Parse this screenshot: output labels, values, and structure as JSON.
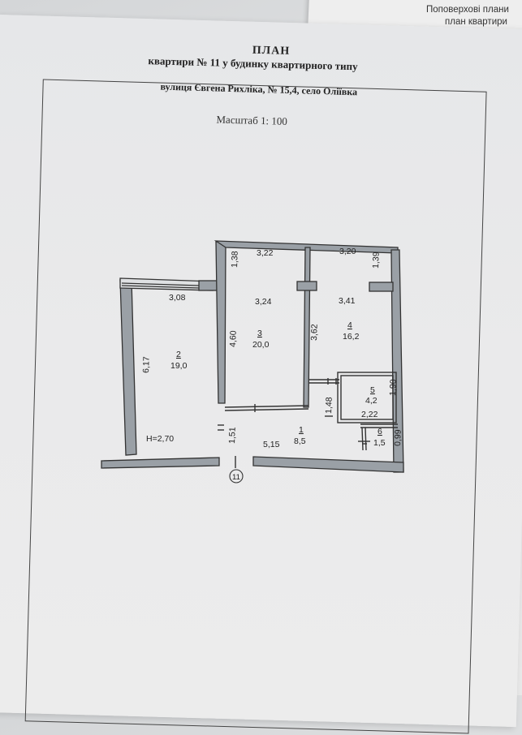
{
  "background_sheet": {
    "lines": [
      "Поповерхові плани",
      "план квартири"
    ]
  },
  "header": {
    "title": "ПЛАН",
    "subtitle": "квартири  № 11 у будинку квартирного типу",
    "address": "вулиця  Євгена Рихліка, № 15,4, село Оліївка"
  },
  "scale": "Масштаб 1: 100",
  "rooms": [
    {
      "number": "1",
      "area": "8,5"
    },
    {
      "number": "2",
      "area": "19,0"
    },
    {
      "number": "3",
      "area": "20,0"
    },
    {
      "number": "4",
      "area": "16,2"
    },
    {
      "number": "5",
      "area": "4,2"
    },
    {
      "number": "6",
      "area": "1,5"
    }
  ],
  "dimensions": {
    "d_3_08": "3,08",
    "d_6_17": "6,17",
    "d_1_38": "1,38",
    "d_3_22": "3,22",
    "d_3_24": "3,24",
    "d_4_60": "4,60",
    "d_3_20": "3,20",
    "d_1_39": "1,39",
    "d_3_41": "3,41",
    "d_3_62": "3,62",
    "d_1_90": "1,90",
    "d_2_22": "2,22",
    "d_1_48": "1,48",
    "d_0_99": "0,99",
    "d_1_51": "1,51",
    "d_5_15": "5,15"
  },
  "ceiling_height": "H=2,70",
  "axis_marker": "11"
}
